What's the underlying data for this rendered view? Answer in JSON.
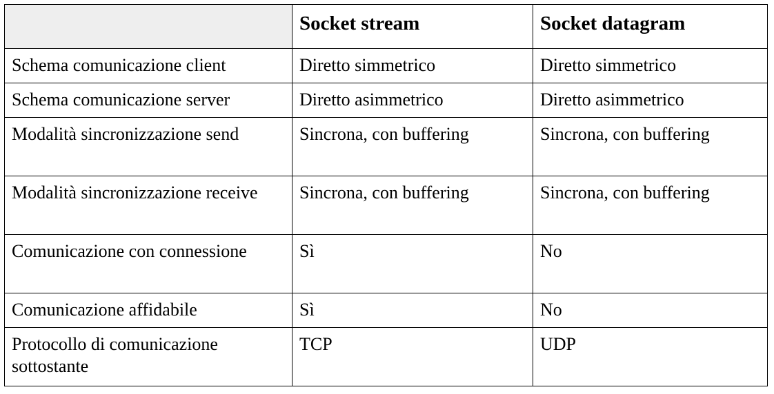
{
  "table": {
    "headers": [
      "",
      "Socket stream",
      "Socket datagram"
    ],
    "rows": [
      [
        "Schema comunicazione client",
        "Diretto simmetrico",
        "Diretto simmetrico"
      ],
      [
        "Schema comunicazione server",
        "Diretto asimmetrico",
        "Diretto asimmetrico"
      ],
      [
        "Modalità sincronizzazione send",
        "Sincrona, con buffering",
        "Sincrona, con buffering"
      ],
      [
        "Modalità sincronizzazione receive",
        "Sincrona, con buffering",
        "Sincrona, con buffering"
      ],
      [
        "Comunicazione con connessione",
        "Sì",
        "No"
      ],
      [
        "Comunicazione affidabile",
        "Sì",
        "No"
      ],
      [
        "Protocollo di comunicazione sottostante",
        "TCP",
        "UDP"
      ]
    ]
  },
  "colors": {
    "header_corner_bg": "#eeeeee",
    "border": "#000000",
    "text": "#000000"
  }
}
